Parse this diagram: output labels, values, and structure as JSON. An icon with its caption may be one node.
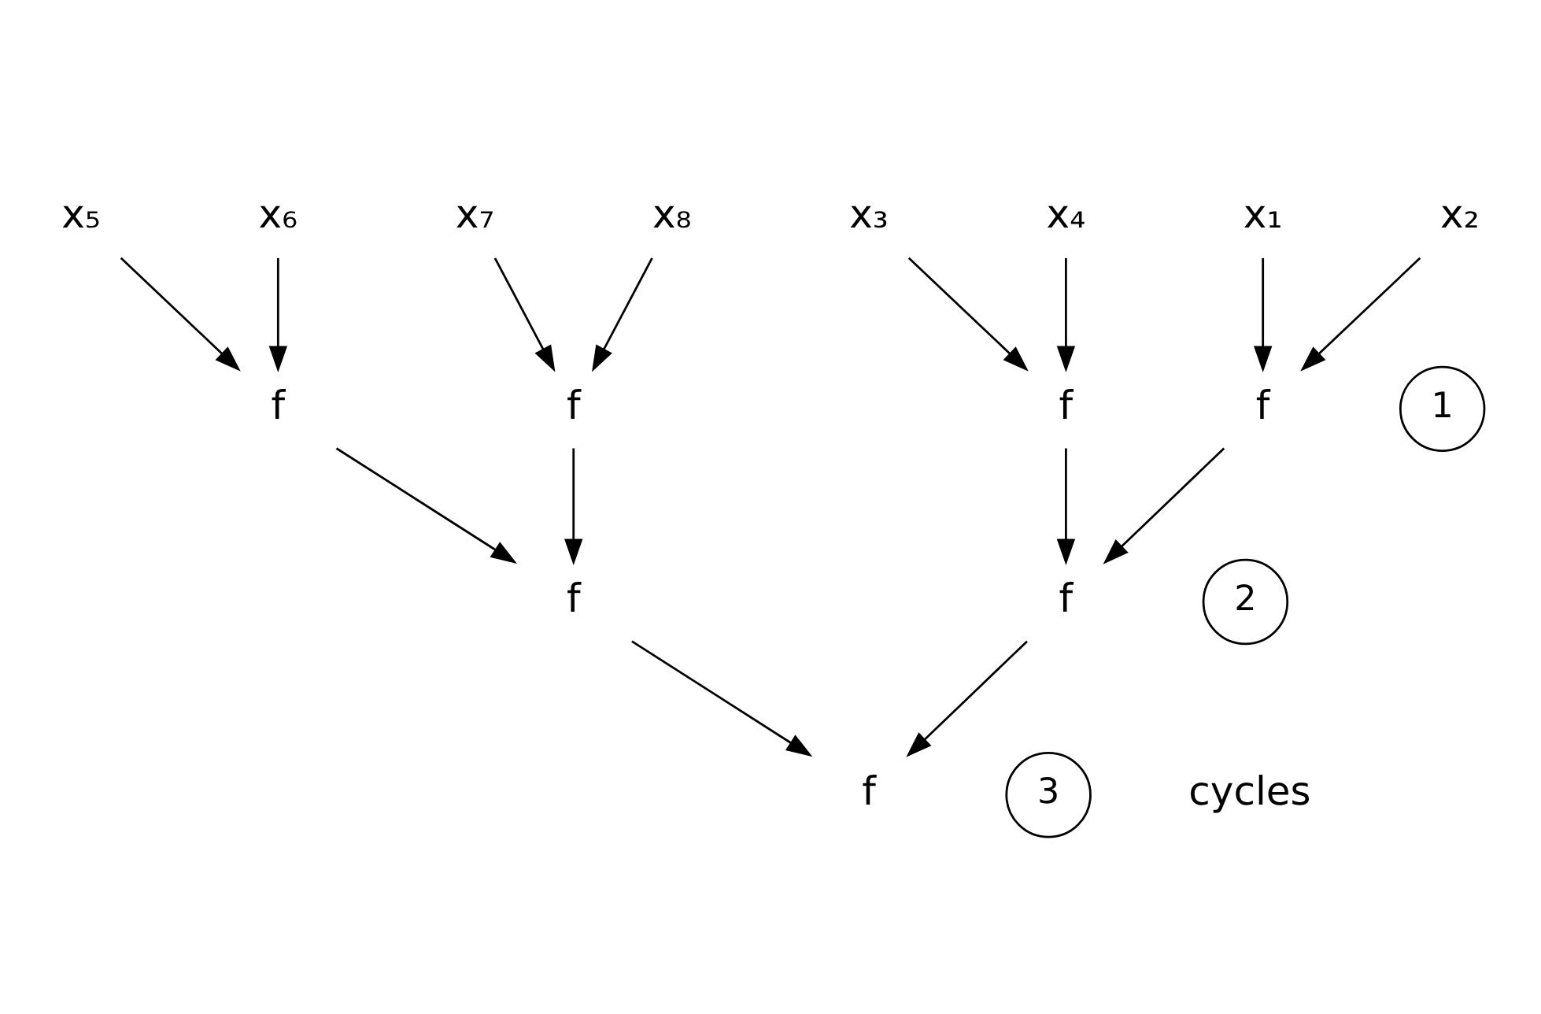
{
  "diagram": {
    "nodes": [
      {
        "text": [
          "x₁"
        ]
      },
      {
        "text": [
          "x₂"
        ]
      },
      {
        "text": [
          "x₃"
        ]
      },
      {
        "text": [
          "x₄"
        ]
      },
      {
        "text": [
          "x₅"
        ]
      },
      {
        "text": [
          "x₆"
        ]
      },
      {
        "text": [
          "x₇"
        ]
      },
      {
        "text": [
          "x₈"
        ]
      },
      {
        "text": [
          "f"
        ]
      },
      {
        "text": [
          "f"
        ]
      },
      {
        "text": [
          "f"
        ]
      },
      {
        "text": [
          "f"
        ]
      },
      {
        "text": [
          "f"
        ]
      },
      {
        "text": [
          "f"
        ]
      },
      {
        "text": [
          "f"
        ]
      }
    ],
    "edges": [
      {
        "from": 0,
        "to": 8,
        "arrow": "to"
      },
      {
        "from": 1,
        "to": 8,
        "arrow": "to"
      },
      {
        "from": 2,
        "to": 9,
        "arrow": "to"
      },
      {
        "from": 3,
        "to": 9,
        "arrow": "to"
      },
      {
        "from": 4,
        "to": 10,
        "arrow": "to"
      },
      {
        "from": 5,
        "to": 10,
        "arrow": "to"
      },
      {
        "from": 6,
        "to": 11,
        "arrow": "to"
      },
      {
        "from": 7,
        "to": 11,
        "arrow": "to"
      },
      {
        "from": 8,
        "to": 12,
        "arrow": "to"
      },
      {
        "from": 9,
        "to": 12,
        "arrow": "to"
      },
      {
        "from": 10,
        "to": 13,
        "arrow": "to"
      },
      {
        "from": 11,
        "to": 13,
        "arrow": "to"
      },
      {
        "from": 12,
        "to": 14,
        "arrow": "to"
      },
      {
        "from": 13,
        "to": 14,
        "arrow": "to"
      }
    ],
    "labels": [
      "1",
      "2",
      "3",
      "cycles"
    ]
  }
}
